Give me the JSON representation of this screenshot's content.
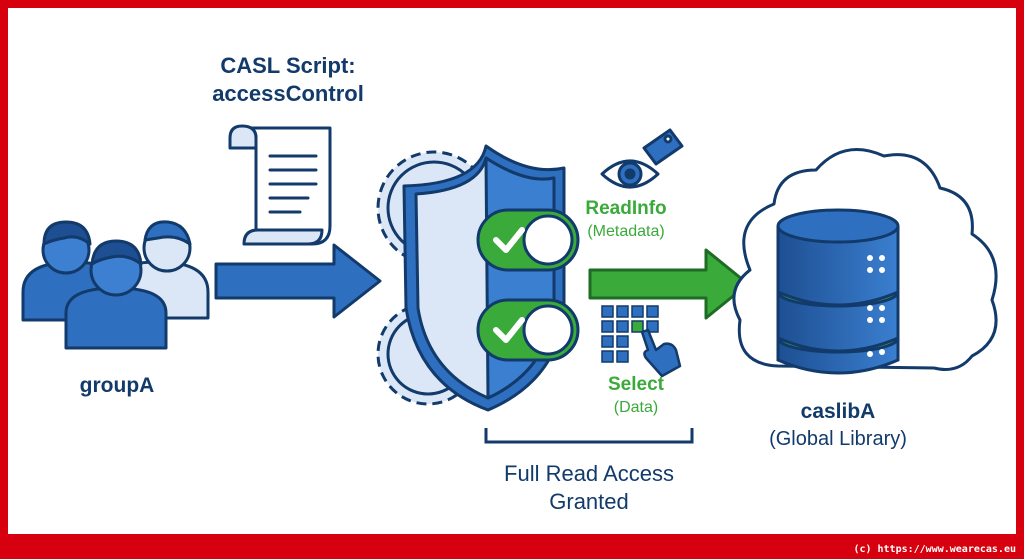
{
  "script_title_line1": "CASL Script:",
  "script_title_line2": "accessControl",
  "group_label": "groupA",
  "readinfo_label": "ReadInfo",
  "readinfo_sub": "(Metadata)",
  "select_label": "Select",
  "select_sub": "(Data)",
  "granted_line1": "Full Read Access",
  "granted_line2": "Granted",
  "caslib_label": "caslibA",
  "caslib_sub": "(Global Library)",
  "footer": "(c) https://www.wearecas.eu",
  "colors": {
    "frame": "#d7000f",
    "navy": "#123a6b",
    "blue": "#2f6fbf",
    "light_blue": "#dbe7f6",
    "green": "#3aaa3a"
  },
  "icons": [
    "users-icon",
    "script-scroll-icon",
    "shield-gear-icon",
    "eye-tag-icon",
    "keypad-hand-icon",
    "database-cloud-icon"
  ]
}
